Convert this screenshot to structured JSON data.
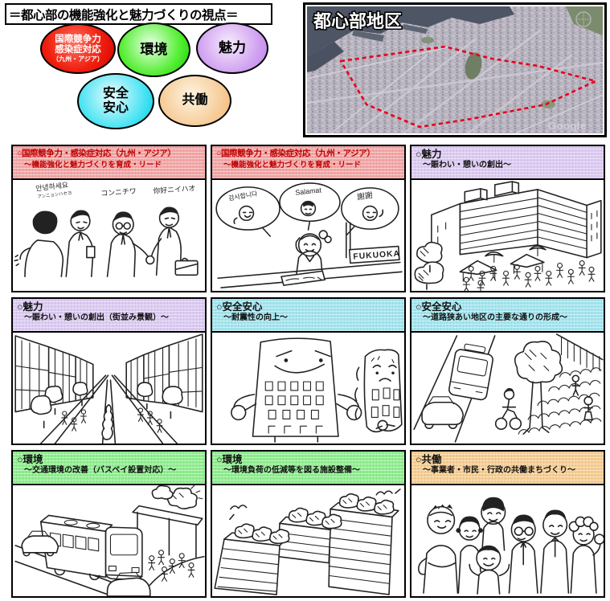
{
  "page": {
    "title": "＝都心部の機能強化と魅力づくりの視点＝"
  },
  "concept": {
    "ellipses": [
      {
        "name": "international-competitiveness",
        "line1": "国際競争力",
        "line2": "感染症対応",
        "line3": "（九州・アジア）",
        "color": "#e01010",
        "text_color": "#ffffff"
      },
      {
        "name": "environment",
        "line1": "環境",
        "color": "#33dd11",
        "text_color": "#000000"
      },
      {
        "name": "attractiveness",
        "line1": "魅力",
        "color": "#cf9ef0",
        "text_color": "#000000"
      },
      {
        "name": "safety-security",
        "line1": "安全",
        "line2": "安心",
        "color": "#44e2f2",
        "text_color": "#000000"
      },
      {
        "name": "collaboration",
        "line1": "共働",
        "color": "#f6c891",
        "text_color": "#000000"
      }
    ]
  },
  "map": {
    "title": "都心部地区",
    "watermark": "Google",
    "boundary_color": "#e8001c"
  },
  "panels": [
    {
      "title": "○国際競争力・感染症対応（九州・アジア）",
      "subtitle": "～機能強化と魅力づくりを育成・リード",
      "header_bg": "#f3a6a6",
      "title_color": "#c00000",
      "illustration": "businessmen-handshake",
      "labels": {
        "korean": "안녕하세요",
        "korean_kana": "アンニョンハセヨ",
        "japanese": "コンニチワ",
        "chinese": "你好ニイハオ"
      }
    },
    {
      "title": "○国際競争力・感染症対応（九州・アジア）",
      "subtitle": "～機能強化と魅力づくりを育成・リード",
      "header_bg": "#f3a6a6",
      "title_color": "#c00000",
      "illustration": "multilingual-info-desk",
      "labels": {
        "bubble1": "감사합니다",
        "bubble2": "Salamat",
        "bubble3": "謝謝",
        "sign": "FUKUOKA"
      }
    },
    {
      "title": "○魅力",
      "subtitle": "～賑わい・憩いの創出～",
      "header_bg": "#dccbf2",
      "title_color": "#000000",
      "illustration": "commercial-building-crowd"
    },
    {
      "title": "○魅力",
      "subtitle": "～賑わい・憩いの創出（街並み景観）～",
      "header_bg": "#dccbf2",
      "title_color": "#000000",
      "illustration": "street-landscape"
    },
    {
      "title": "○安全安心",
      "subtitle": "～耐震性の向上～",
      "header_bg": "#a3e5ef",
      "title_color": "#000000",
      "illustration": "earthquake-resistant-buildings"
    },
    {
      "title": "○安全安心",
      "subtitle": "～道路狭あい地区の主要な通りの形成～",
      "header_bg": "#a3e5ef",
      "title_color": "#000000",
      "illustration": "main-street-formation"
    },
    {
      "title": "○環境",
      "subtitle": "～交通環境の改善（バスベイ設置対応）～",
      "header_bg": "#8fee8f",
      "title_color": "#000000",
      "illustration": "bus-bay"
    },
    {
      "title": "○環境",
      "subtitle": "～環境負荷の低減等を図る施設整備～",
      "header_bg": "#8fee8f",
      "title_color": "#000000",
      "illustration": "green-terraced-building"
    },
    {
      "title": "○共働",
      "subtitle": "～事業者・市民・行政の共働まちづくり～",
      "header_bg": "#f6cd92",
      "title_color": "#000000",
      "illustration": "community-people"
    }
  ]
}
